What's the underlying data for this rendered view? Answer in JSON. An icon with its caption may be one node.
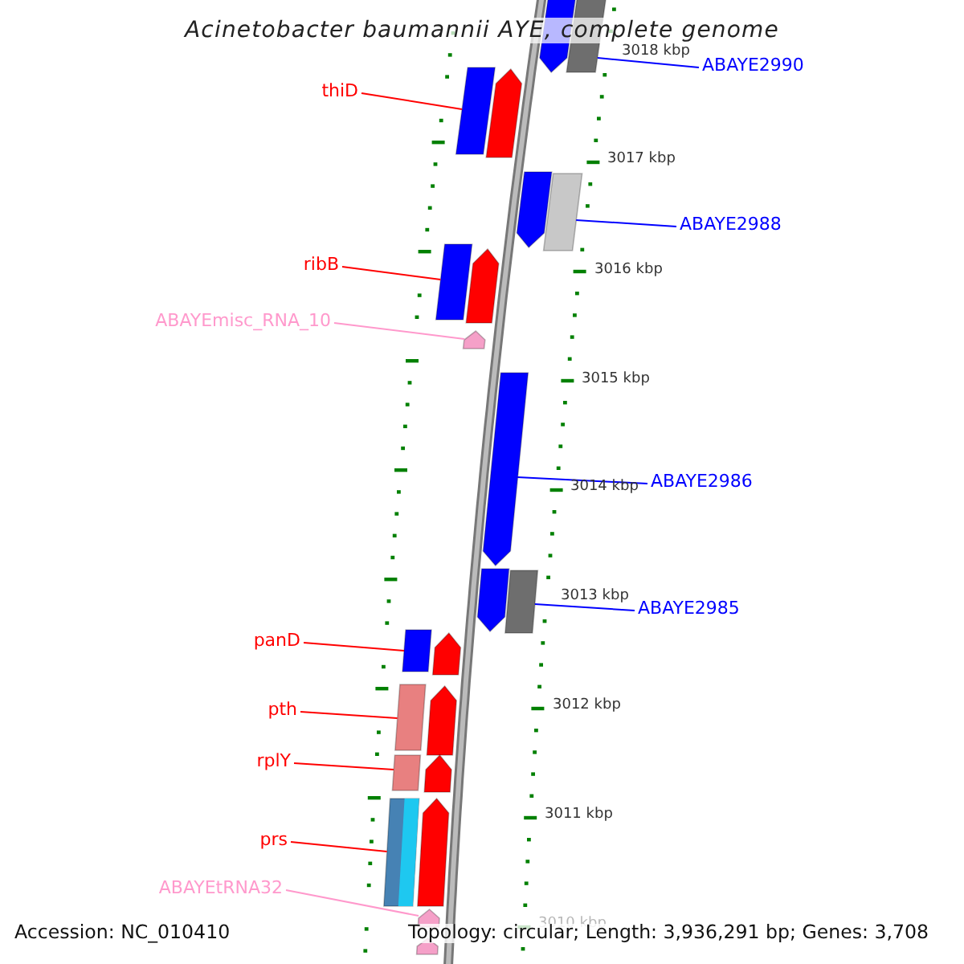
{
  "diagram": {
    "title": "Acinetobacter baumannii AYE, complete genome",
    "nodes": [
      {
        "text": [
          "ABAYE2990"
        ]
      },
      {
        "text": [
          "thiD"
        ]
      },
      {
        "text": [
          "ABAYE2988"
        ]
      },
      {
        "text": [
          "ribB"
        ]
      },
      {
        "text": [
          "ABAYEmisc_RNA_10"
        ]
      },
      {
        "text": [
          "ABAYE2986"
        ]
      },
      {
        "text": [
          "ABAYE2985"
        ]
      },
      {
        "text": [
          "panD"
        ]
      },
      {
        "text": [
          "pth"
        ]
      },
      {
        "text": [
          "rplY"
        ]
      },
      {
        "text": [
          "prs"
        ]
      },
      {
        "text": [
          "ABAYEtRNA32"
        ]
      },
      {
        "text": [],
        "shape": "bar"
      },
      {
        "text": [],
        "shape": "bar"
      },
      {
        "text": [],
        "shape": "bar"
      },
      {
        "text": [],
        "shape": "bar"
      },
      {
        "text": [],
        "shape": "bar"
      },
      {
        "text": [],
        "shape": "bar"
      },
      {
        "text": [],
        "shape": "bar"
      },
      {
        "text": [],
        "shape": "bar"
      },
      {
        "text": [],
        "shape": "bar"
      },
      {
        "text": [],
        "shape": "bar"
      },
      {
        "text": [],
        "shape": "bar"
      },
      {
        "text": [],
        "shape": "bar"
      },
      {
        "text": [],
        "shape": "bar"
      },
      {
        "text": [],
        "shape": "bar"
      },
      {
        "text": [],
        "shape": "bar"
      },
      {
        "text": [],
        "shape": "bar"
      },
      {
        "text": [],
        "shape": "bar"
      },
      {
        "text": [],
        "shape": "bar"
      },
      {
        "text": [],
        "shape": "bar"
      },
      {
        "text": [],
        "shape": "bar"
      },
      {
        "text": [],
        "shape": "bar"
      },
      {
        "text": [],
        "shape": "bar"
      }
    ],
    "edges": [
      {
        "from": 0,
        "to": 13,
        "arrow": "none",
        "color": "#0000ff"
      },
      {
        "from": 1,
        "to": 14,
        "arrow": "none"
      },
      {
        "from": 2,
        "to": 17,
        "arrow": "none",
        "color": "#0000ff"
      },
      {
        "from": 3,
        "to": 18,
        "arrow": "none"
      },
      {
        "from": 4,
        "to": 20,
        "arrow": "none",
        "color": "#ff99cc"
      },
      {
        "from": 5,
        "to": 21,
        "arrow": "none",
        "color": "#0000ff"
      },
      {
        "from": 6,
        "to": 23,
        "arrow": "none",
        "color": "#0000ff"
      },
      {
        "from": 7,
        "to": 24,
        "arrow": "none"
      },
      {
        "from": 8,
        "to": 26,
        "arrow": "none"
      },
      {
        "from": 9,
        "to": 28,
        "arrow": "none"
      },
      {
        "from": 10,
        "to": 30,
        "arrow": "none"
      },
      {
        "from": 11,
        "to": 32,
        "arrow": "none",
        "color": "#ff99cc"
      }
    ],
    "labels": [
      "3018 kbp",
      "3017 kbp",
      "3016 kbp",
      "3015 kbp",
      "3014 kbp",
      "3013 kbp",
      "3012 kbp",
      "3011 kbp",
      "3010 kbp",
      "Accession: NC_010410",
      "Topology: circular; Length: 3,936,291 bp; Genes: 3,708"
    ]
  }
}
